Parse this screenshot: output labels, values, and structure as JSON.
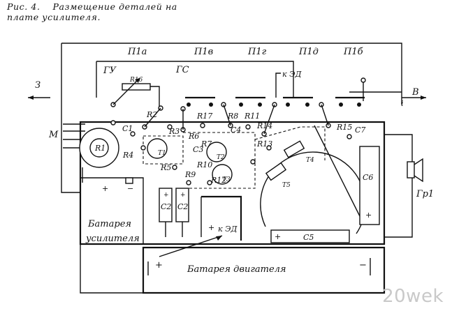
{
  "caption": {
    "figure": "Рис. 4.",
    "line1": "Размещение деталей на",
    "line2": "плате усилителя."
  },
  "switch_labels": [
    "П1а",
    "П1в",
    "П1г",
    "П1д",
    "П1б"
  ],
  "labels": {
    "gu": "ГУ",
    "gs": "ГС",
    "ked_top": "к ЭД",
    "ked_bottom": "к ЭД",
    "arrow_z": "З",
    "arrow_v": "В",
    "m": "М",
    "gr": "Гр1",
    "i_mark": "i"
  },
  "components": {
    "R1": "R1",
    "R2": "R2",
    "R3": "R3",
    "R4": "R4",
    "R5": "R5",
    "R6": "R6",
    "R7": "R7",
    "R8": "R8",
    "R9": "R9",
    "R10": "R10",
    "R11": "R11",
    "R12": "R12",
    "R13": "R13",
    "R14": "R14",
    "R15": "R15",
    "R16": "R16",
    "R17": "R17",
    "C1": "C1",
    "C2a": "C2",
    "C2b": "C2",
    "C3": "C3",
    "C4": "C4",
    "C5": "C5",
    "C6": "C6",
    "C7": "C7",
    "T1": "T1",
    "T2": "T2",
    "T3": "T3",
    "T4": "T4",
    "T5": "T5"
  },
  "batteries": {
    "amp_line1": "Батарея",
    "amp_line2": "усилителя",
    "motor": "Батарея двигателя"
  },
  "polarity": {
    "plus": "+",
    "minus": "−"
  },
  "watermark": "20wek"
}
